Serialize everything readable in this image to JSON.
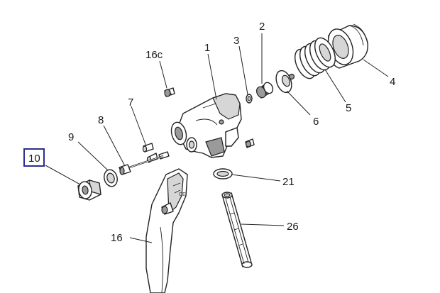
{
  "callouts": {
    "c1": "1",
    "c2": "2",
    "c3": "3",
    "c4": "4",
    "c5": "5",
    "c6": "6",
    "c7": "7",
    "c8": "8",
    "c9": "9",
    "c10": "10",
    "c16": "16",
    "c16c": "16c",
    "c21": "21",
    "c26": "26"
  },
  "selected_callout": "10",
  "highlight_color": "#2a2e8c"
}
